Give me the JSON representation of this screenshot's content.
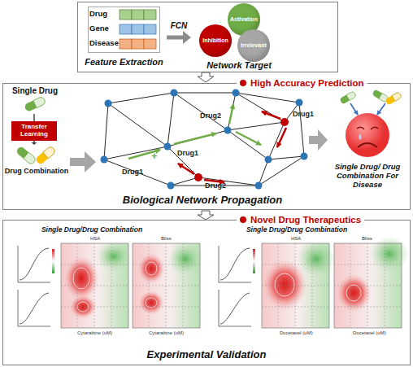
{
  "diagram": {
    "nodes": [
      {
        "text": [
          "Drug",
          "Gene",
          "Disease",
          "Feature Extraction"
        ]
      },
      {
        "text": [
          "Network Target"
        ]
      },
      {
        "text": [
          "Activation"
        ],
        "in": 1
      },
      {
        "text": [
          "Inhibition"
        ],
        "in": 1
      },
      {
        "text": [
          "Irrelevant"
        ],
        "in": 1
      },
      {
        "text": [
          "High Accuracy Prediction"
        ]
      },
      {
        "text": [
          "Single Drug"
        ],
        "in": 5
      },
      {
        "text": [
          "Transfer Learning"
        ],
        "in": 5
      },
      {
        "text": [
          "Drug Combination"
        ],
        "in": 5
      },
      {
        "text": [
          "Biological Network Propagation"
        ],
        "in": 5
      },
      {
        "text": [
          "Single Drug/ Drug Combination For Disease"
        ],
        "in": 5
      },
      {
        "text": [
          "Novel Drug Therapeutics",
          "Experimental Validation"
        ]
      },
      {
        "text": [
          "Single Drug/Drug Combination"
        ],
        "in": 11
      },
      {
        "text": [
          "Single Drug/Drug Combination"
        ],
        "in": 11
      }
    ],
    "edges": [
      {
        "from": 0,
        "to": 1,
        "label": "FCN",
        "arrow": "to"
      },
      {
        "from": 6,
        "to": 7,
        "arrow": "none"
      },
      {
        "from": 7,
        "to": 8,
        "arrow": "to"
      },
      {
        "from": 8,
        "to": 9,
        "arrow": "to"
      },
      {
        "from": 9,
        "to": 10,
        "arrow": "to"
      }
    ],
    "labels": [
      "Drug1",
      "+",
      "Drug1",
      "Drug2",
      "Drug1",
      "-",
      "Drug2",
      "HSA",
      "Bliss",
      "Cytarabine (uM)",
      "Cytarabine (uM)",
      "HSA",
      "Bliss",
      "Docetaxel (uM)",
      "Docetaxel (uM)"
    ]
  }
}
